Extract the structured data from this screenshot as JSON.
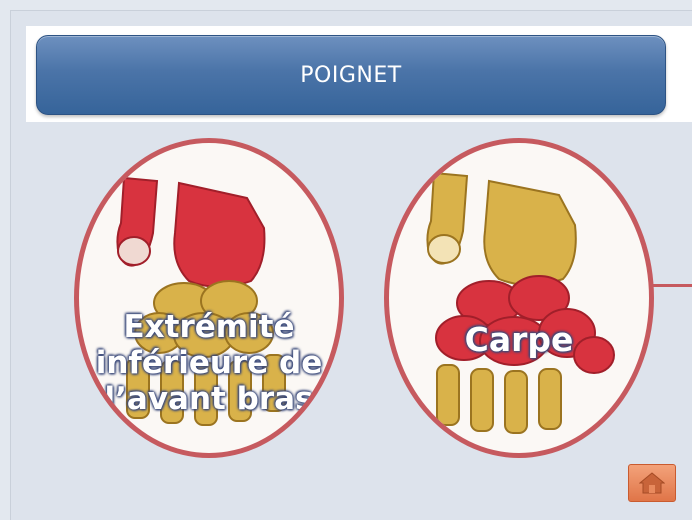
{
  "header": {
    "title": "POIGNET"
  },
  "bubbles": [
    {
      "label_lines": [
        "Extrémité",
        "inférieure de",
        "l’avant bras"
      ]
    },
    {
      "label_lines": [
        "Carpe"
      ]
    }
  ],
  "home_button": {
    "icon": "home-icon"
  },
  "colors": {
    "title_bar": "#4b74a8",
    "bubble_border": "#c65a5f",
    "highlight_bone": "#d8333f",
    "bone": "#d9b24a",
    "home_button": "#e88a5e"
  }
}
